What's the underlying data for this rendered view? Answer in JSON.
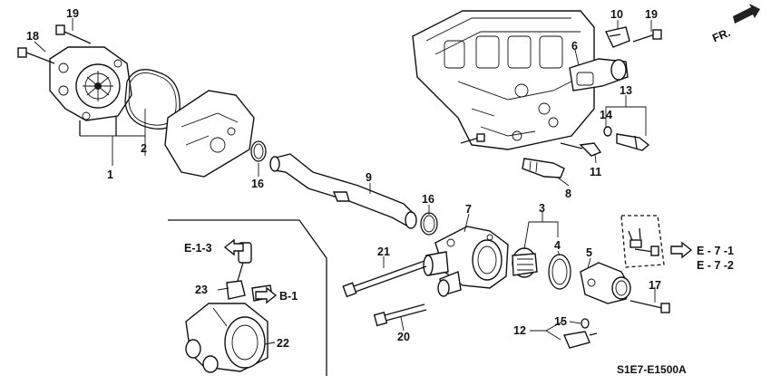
{
  "callouts": [
    {
      "id": "c1",
      "text": "1"
    },
    {
      "id": "c2",
      "text": "2"
    },
    {
      "id": "c3",
      "text": "3"
    },
    {
      "id": "c4",
      "text": "4"
    },
    {
      "id": "c5",
      "text": "5"
    },
    {
      "id": "c6",
      "text": "6"
    },
    {
      "id": "c7",
      "text": "7"
    },
    {
      "id": "c8",
      "text": "8"
    },
    {
      "id": "c9",
      "text": "9"
    },
    {
      "id": "c10",
      "text": "10"
    },
    {
      "id": "c11",
      "text": "11"
    },
    {
      "id": "c12",
      "text": "12"
    },
    {
      "id": "c13",
      "text": "13"
    },
    {
      "id": "c14",
      "text": "14"
    },
    {
      "id": "c15",
      "text": "15"
    },
    {
      "id": "c16a",
      "text": "16"
    },
    {
      "id": "c16b",
      "text": "16"
    },
    {
      "id": "c17",
      "text": "17"
    },
    {
      "id": "c18",
      "text": "18"
    },
    {
      "id": "c19a",
      "text": "19"
    },
    {
      "id": "c19b",
      "text": "19"
    },
    {
      "id": "c20",
      "text": "20"
    },
    {
      "id": "c21",
      "text": "21"
    },
    {
      "id": "c22",
      "text": "22"
    },
    {
      "id": "c23",
      "text": "23"
    }
  ],
  "references": {
    "e13": "E-1-3",
    "b1": "B-1",
    "e71": "E - 7 -1",
    "e72": "E - 7 -2"
  },
  "direction_label": "FR.",
  "diagram_code": "S1E7-E1500A"
}
